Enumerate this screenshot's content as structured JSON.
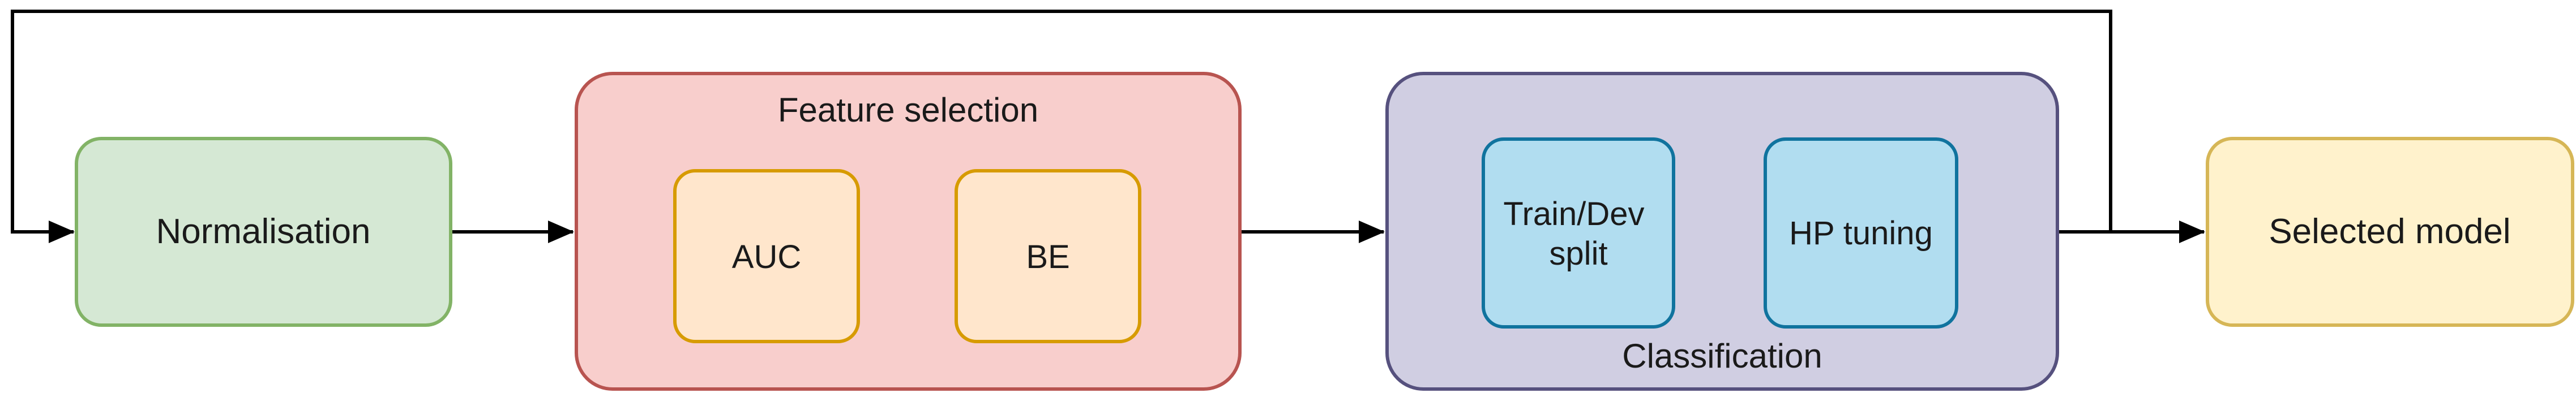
{
  "diagram": {
    "nodes": {
      "normalisation": "Normalisation",
      "auc": "AUC",
      "be": "BE",
      "train_dev_line1": "Train/Dev",
      "train_dev_line2": "split",
      "hp_tuning": "HP tuning",
      "selected_model": "Selected model"
    },
    "groups": {
      "feature_selection": "Feature selection",
      "classification": "Classification"
    }
  },
  "colors": {
    "normalisation_fill": "#d5e8d4",
    "normalisation_stroke": "#82b366",
    "feature_selection_fill": "#f8cecc",
    "feature_selection_stroke": "#b85450",
    "orange_fill": "#ffe6cc",
    "orange_stroke": "#d79b00",
    "classification_fill": "#d0cee2",
    "classification_stroke": "#56517e",
    "blue_fill": "#b1ddf0",
    "blue_stroke": "#10739e",
    "selected_fill": "#fff2cc",
    "selected_stroke": "#d6b656"
  }
}
